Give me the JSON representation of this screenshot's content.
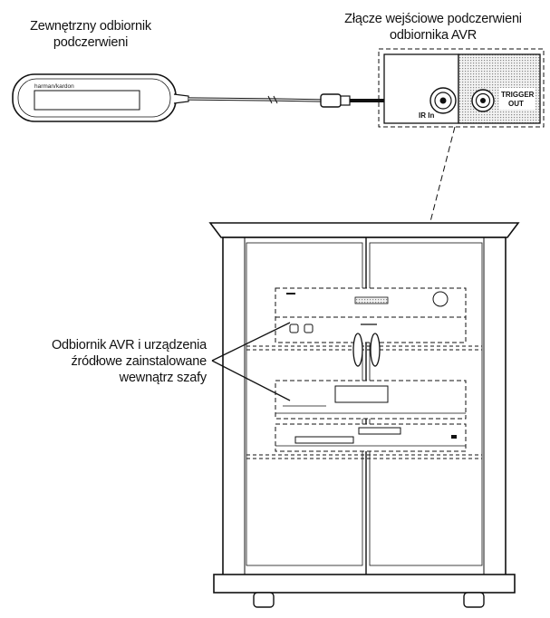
{
  "labels": {
    "external_receiver": [
      "Zewnętrzny odbiornik",
      "podczerwieni"
    ],
    "ir_input_connector": [
      "Złącze wejściowe podczerwieni",
      "odbiornika AVR"
    ],
    "avr_in_cabinet": [
      "Odbiornik AVR i urządzenia",
      "źródłowe zainstalowane",
      "wewnątrz szafy"
    ]
  },
  "device": {
    "brand": "harman/kardon"
  },
  "panel": {
    "ir_in": "IR In",
    "trigger_out": [
      "TRIGGER",
      "OUT"
    ]
  },
  "colors": {
    "line": "#111111",
    "stipple": "#bdbdbd",
    "background": "#ffffff"
  }
}
